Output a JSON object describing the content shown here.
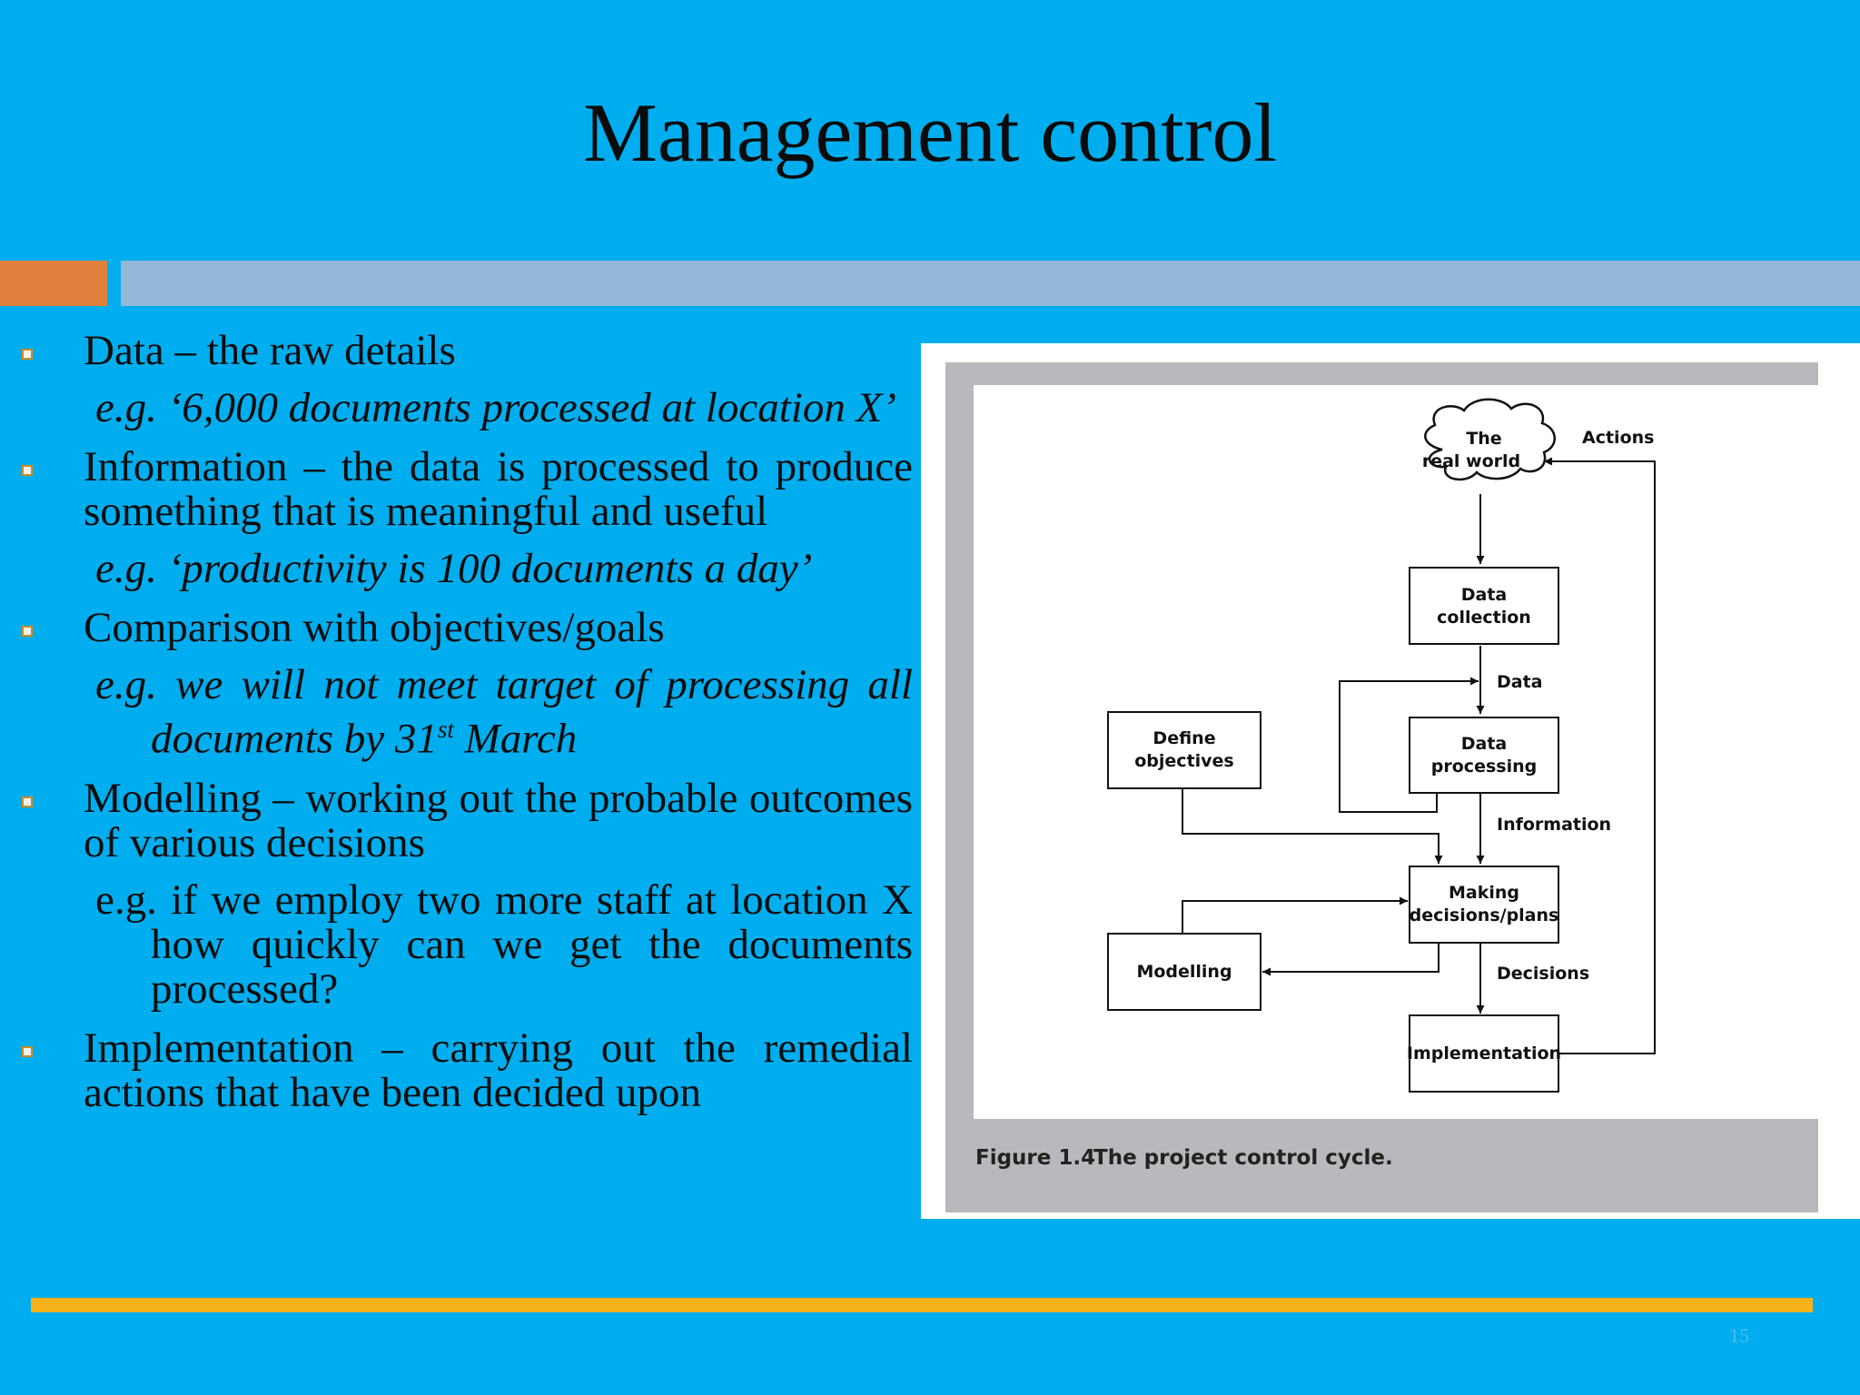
{
  "slide": {
    "title": "Management control",
    "page_number": "15"
  },
  "bullets": [
    {
      "text": "Data – the raw details",
      "example": "e.g. ‘6,000 documents processed at  location X’",
      "example_italic": true
    },
    {
      "text": "Information – the data is processed to produce something that is meaningful  and useful",
      "example": "e.g. ‘productivity is 100 documents a day’",
      "example_italic": true
    },
    {
      "text": "Comparison with objectives/goals",
      "example_before_sup": "e.g. we will not meet target of processing all documents by 31",
      "example_sup": "st",
      "example_after_sup": " March",
      "example_italic": true
    },
    {
      "text": "Modelling – working out the probable outcomes of various decisions",
      "example": "e.g. if we employ two more staff at location X how quickly can we get the documents processed?",
      "example_italic": false
    },
    {
      "text": "Implementation – carrying out the  remedial actions that have been decided  upon"
    }
  ],
  "figure": {
    "caption_number": "Figure 1.4",
    "caption_text": "The project control cycle.",
    "nodes": {
      "real_world_line1": "The",
      "real_world_line2": "real world",
      "data_collection_line1": "Data",
      "data_collection_line2": "collection",
      "data_processing_line1": "Data",
      "data_processing_line2": "processing",
      "define_objectives_line1": "Define",
      "define_objectives_line2": "objectives",
      "making_decisions_line1": "Making",
      "making_decisions_line2": "decisions/plans",
      "modelling": "Modelling",
      "implementation": "Implementation"
    },
    "flow_labels": {
      "actions": "Actions",
      "data": "Data",
      "information": "Information",
      "decisions": "Decisions"
    }
  },
  "colors": {
    "background": "#00aeef",
    "accent_orange": "#e0803c",
    "accent_bar": "#93b7d6",
    "bottom_line": "#f6b21a",
    "figure_border": "#b9b8bd"
  }
}
